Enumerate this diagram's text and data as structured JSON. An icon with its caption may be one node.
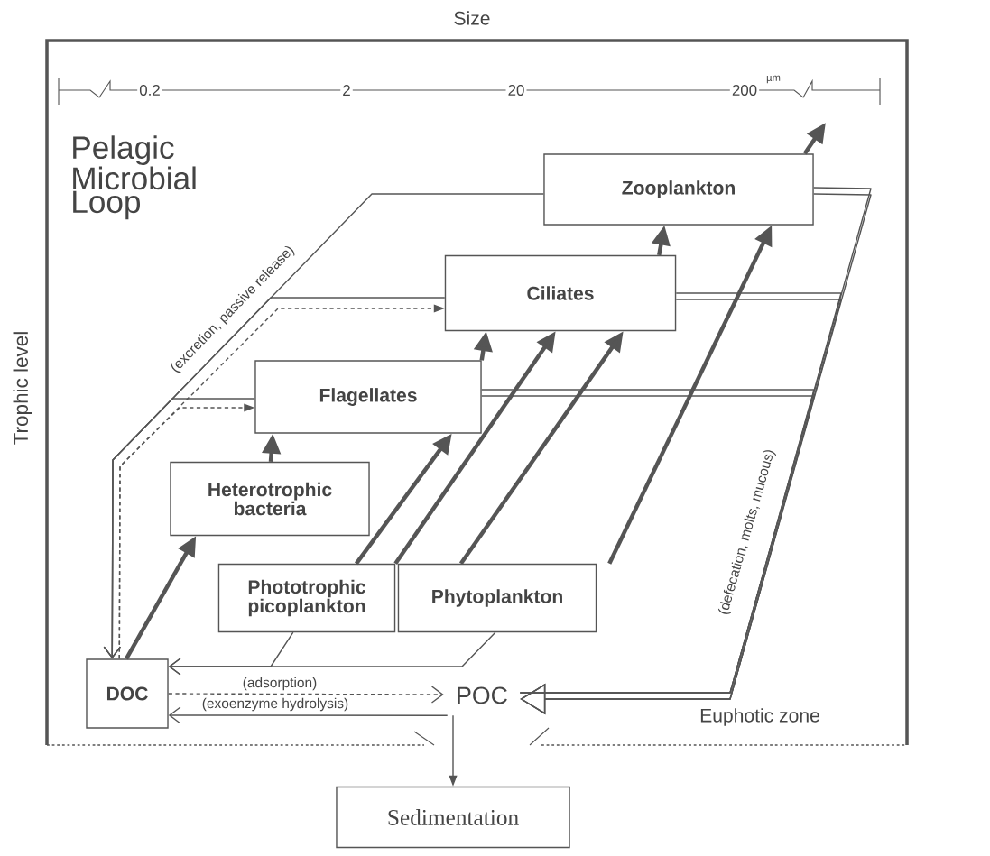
{
  "diagram": {
    "title": "Pelagic Microbial Loop",
    "nodes": [
      {
        "text": [
          "Zooplankton"
        ]
      },
      {
        "text": [
          "Ciliates"
        ]
      },
      {
        "text": [
          "Flagellates"
        ]
      },
      {
        "text": [
          "Heterotrophic bacteria"
        ]
      },
      {
        "text": [
          "Phototrophic picoplankton"
        ]
      },
      {
        "text": [
          "Phytoplankton"
        ]
      },
      {
        "text": [
          "DOC"
        ]
      },
      {
        "text": [
          "POC"
        ]
      },
      {
        "text": [
          "Sedimentation"
        ]
      }
    ],
    "edges": [
      {
        "from": 6,
        "to": 3,
        "arrow": "to",
        "style": "thick"
      },
      {
        "from": 3,
        "to": 2,
        "arrow": "to",
        "style": "thick"
      },
      {
        "from": 4,
        "to": 2,
        "arrow": "to",
        "style": "thick"
      },
      {
        "from": 4,
        "to": 1,
        "arrow": "to",
        "style": "thick"
      },
      {
        "from": 5,
        "to": 1,
        "arrow": "to",
        "style": "thick"
      },
      {
        "from": 5,
        "to": 0,
        "arrow": "to",
        "style": "thick"
      },
      {
        "from": 2,
        "to": 1,
        "arrow": "to",
        "style": "thick"
      },
      {
        "from": 1,
        "to": 0,
        "arrow": "to",
        "style": "thick"
      },
      {
        "from": 0,
        "to": null,
        "arrow": "to",
        "style": "thick"
      },
      {
        "from": 0,
        "to": 6,
        "arrow": "to",
        "label": "(excretion, passive release)"
      },
      {
        "from": 1,
        "to": 6,
        "arrow": "to"
      },
      {
        "from": 2,
        "to": 6,
        "arrow": "to"
      },
      {
        "from": 6,
        "to": 1,
        "arrow": "to",
        "style": "dashed"
      },
      {
        "from": 6,
        "to": 2,
        "arrow": "to",
        "style": "dashed"
      },
      {
        "from": 4,
        "to": 6,
        "arrow": "to"
      },
      {
        "from": 5,
        "to": 6,
        "arrow": "to"
      },
      {
        "from": 6,
        "to": 7,
        "arrow": "to",
        "style": "dashed",
        "label": "(adsorption)"
      },
      {
        "from": 7,
        "to": 6,
        "arrow": "to",
        "label": "(exoenzyme hydrolysis)"
      },
      {
        "from": 0,
        "to": 7,
        "arrow": "to",
        "label": "(defecation, molts, mucous)"
      },
      {
        "from": 1,
        "to": 7,
        "arrow": "to"
      },
      {
        "from": 2,
        "to": 7,
        "arrow": "to"
      },
      {
        "from": 7,
        "to": 8,
        "arrow": "to"
      }
    ],
    "labels": [
      "Size",
      "0.2",
      "2",
      "20",
      "200",
      "µm",
      "Trophic level",
      "Euphotic zone"
    ]
  }
}
